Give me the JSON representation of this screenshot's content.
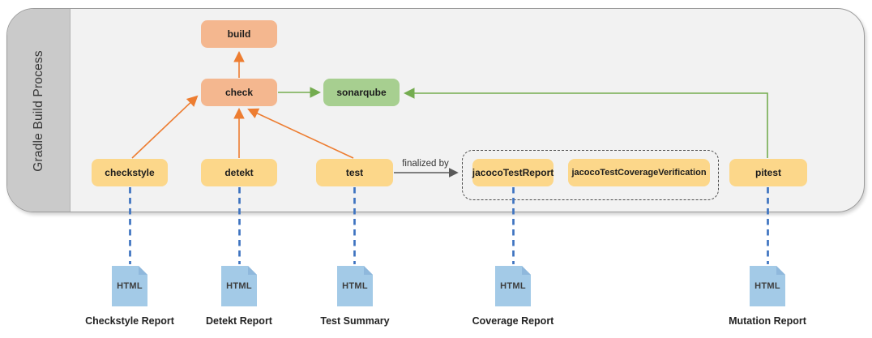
{
  "diagram": {
    "lane_title": "Gradle Build Process",
    "nodes": {
      "build": "build",
      "check": "check",
      "sonarqube": "sonarqube",
      "checkstyle": "checkstyle",
      "detekt": "detekt",
      "test": "test",
      "jacoco_test_report": "jacocoTestReport",
      "jacoco_test_coverage_verification": "jacocoTestCoverageVerification",
      "pitest": "pitest"
    },
    "edges": [
      {
        "from": "checkstyle",
        "to": "check",
        "color": "orange"
      },
      {
        "from": "detekt",
        "to": "check",
        "color": "orange"
      },
      {
        "from": "test",
        "to": "check",
        "color": "orange"
      },
      {
        "from": "check",
        "to": "build",
        "color": "orange"
      },
      {
        "from": "check",
        "to": "sonarqube",
        "color": "green"
      },
      {
        "from": "pitest",
        "to": "sonarqube",
        "color": "green"
      },
      {
        "from": "test",
        "to": "jacoco-group",
        "color": "gray",
        "label": "finalized by"
      }
    ],
    "edge_label_finalized_by": "finalized by",
    "documents": [
      {
        "badge": "HTML",
        "caption": "Checkstyle Report"
      },
      {
        "badge": "HTML",
        "caption": "Detekt Report"
      },
      {
        "badge": "HTML",
        "caption": "Test Summary"
      },
      {
        "badge": "HTML",
        "caption": "Coverage Report"
      },
      {
        "badge": "HTML",
        "caption": "Mutation Report"
      }
    ],
    "colors": {
      "task_yellow": "#FCD78A",
      "phase_salmon": "#F4B78F",
      "sonar_green": "#A7CF90",
      "doc_blue": "#A3CAE7",
      "doc_fold_blue": "#8FB8DC",
      "arrow_orange": "#ED7D31",
      "arrow_green": "#74AC50",
      "arrow_gray": "#595959",
      "dash_blue": "#3E73C0",
      "lane_band_gray": "#CACACA",
      "lane_fill_gray": "#F2F2F2"
    }
  }
}
